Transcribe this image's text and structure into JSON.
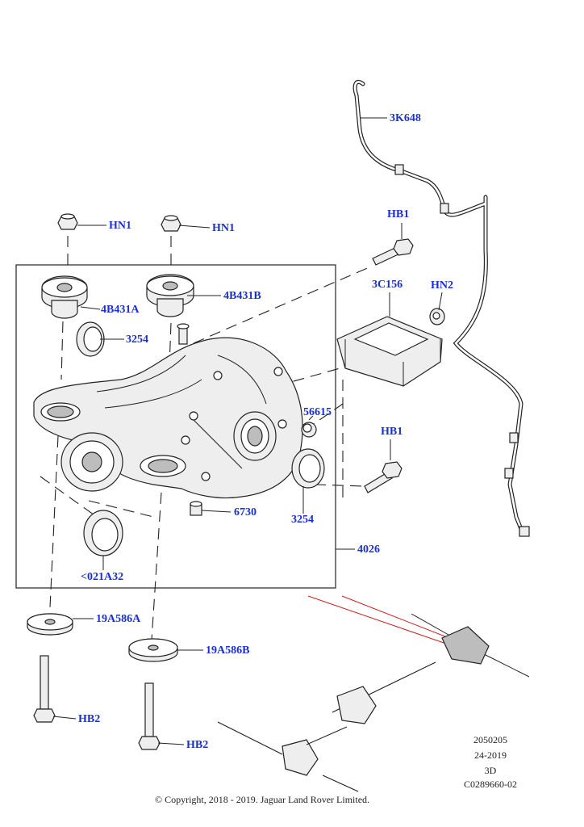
{
  "callouts": {
    "hn1_left": "HN1",
    "hn1_right": "HN1",
    "bush_4b431a": "4B431A",
    "bush_4b431b": "4B431B",
    "seal_3254_upper": "3254",
    "seal_3254_lower": "3254",
    "breather_3k648": "3K648",
    "bolt_hb1_upper": "HB1",
    "bolt_hb1_lower": "HB1",
    "module_3c156": "3C156",
    "nut_hn2": "HN2",
    "plug_56615": "56615",
    "plug_6730": "6730",
    "seal_021a32": "<021A32",
    "assembly_4026": "4026",
    "washer_19a586a": "19A586A",
    "washer_19a586b": "19A586B",
    "bolt_hb2_left": "HB2",
    "bolt_hb2_right": "HB2"
  },
  "meta": {
    "code": "2050205",
    "date": "24-2019",
    "view": "3D",
    "ref": "C0289660-02"
  },
  "copyright": "© Copyright, 2018 - 2019. Jaguar Land Rover Limited."
}
